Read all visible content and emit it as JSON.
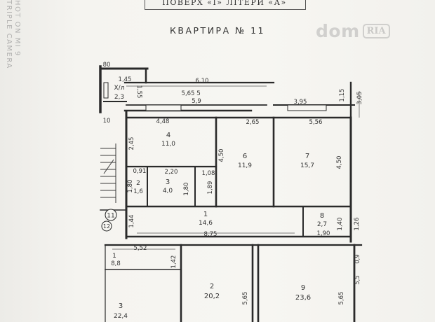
{
  "header": "ПОВЕРХ «I» ЛІТЕРИ «А»",
  "apartment_title": "КВАРТИРА № 11",
  "watermark": {
    "brand": "dom",
    "badge": "RIA"
  },
  "camera_stamp": {
    "line1": "HOT ON MI 9",
    "line2": "TRIPLE CAMERA"
  },
  "rooms": [
    {
      "number": "Х/л",
      "area": "2,3"
    },
    {
      "number": "5",
      "area": ""
    },
    {
      "number": "4",
      "area": "11,0"
    },
    {
      "number": "6",
      "area": "11,9"
    },
    {
      "number": "7",
      "area": "15,7"
    },
    {
      "number": "2",
      "area": "1,6"
    },
    {
      "number": "3",
      "area": "4,0"
    },
    {
      "number": "1",
      "area": "14,6"
    },
    {
      "number": "8",
      "area": "2,7"
    },
    {
      "number": "1",
      "area": "8,8"
    },
    {
      "number": "2",
      "area": "20,2"
    },
    {
      "number": "9",
      "area": "23,6"
    },
    {
      "number": "3",
      "area": "22,4"
    }
  ],
  "dimensions": [
    "80",
    "1,45",
    "1,55",
    "6,10",
    "5,65",
    "5,9",
    "3,95",
    "1,15",
    "3,05",
    "10",
    "4,48",
    "2,65",
    "5,56",
    "2,45",
    "4,50",
    "4,50",
    "0,91",
    "2,20",
    "1,08",
    "1,80",
    "1,80",
    "1,89",
    "1,44",
    "8,75",
    "1,40",
    "1,90",
    "1,26",
    "5,52",
    "1,42",
    "5,65",
    "5,65",
    "5,5",
    "0,9"
  ],
  "circles": [
    "11",
    "12"
  ]
}
